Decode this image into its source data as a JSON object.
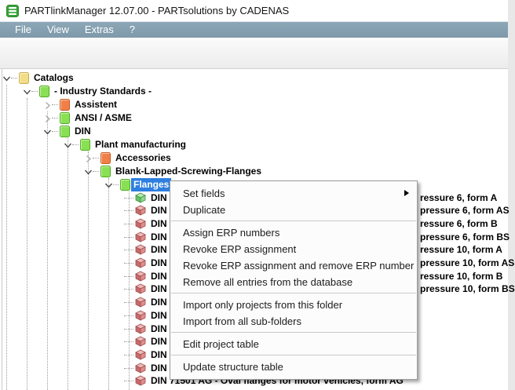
{
  "window": {
    "title": "PARTlinkManager 12.07.00 - PARTsolutions by CADENAS"
  },
  "menubar": {
    "items": [
      "File",
      "View",
      "Extras",
      "?"
    ]
  },
  "toolbar": {
    "buttons": [
      {
        "name": "structure-view",
        "icon": "tree-window-icon",
        "state": "active"
      },
      {
        "name": "structure-filter-view",
        "icon": "tree-filter-icon",
        "state": "normal"
      },
      {
        "name": "structure-list-view",
        "icon": "tree-list-icon",
        "state": "normal"
      },
      {
        "name": "part-filter",
        "icon": "screw-filter-icon",
        "state": "normal"
      },
      {
        "name": "settings",
        "icon": "gear-icon",
        "state": "disabled"
      }
    ]
  },
  "tree": {
    "rows": [
      {
        "level": 0,
        "label": "Catalogs",
        "icon": "folder-yellow",
        "chevron": "expanded"
      },
      {
        "level": 1,
        "label": "- Industry Standards -",
        "icon": "folder-green",
        "chevron": "expanded"
      },
      {
        "level": 2,
        "label": "Assistent",
        "icon": "folder-orange",
        "chevron": "collapsed"
      },
      {
        "level": 2,
        "label": "ANSI / ASME",
        "icon": "folder-green",
        "chevron": "collapsed"
      },
      {
        "level": 2,
        "label": "DIN",
        "icon": "folder-green",
        "chevron": "expanded"
      },
      {
        "level": 3,
        "label": "Plant manufacturing",
        "icon": "folder-green",
        "chevron": "expanded"
      },
      {
        "level": 4,
        "label": "Accessories",
        "icon": "folder-orange",
        "chevron": "collapsed"
      },
      {
        "level": 4,
        "label": "Blank-Lapped-Screwing-Flanges",
        "icon": "folder-green",
        "chevron": "expanded"
      },
      {
        "level": 5,
        "label": "Flanges",
        "icon": "folder-green",
        "chevron": "expanded",
        "selected": true
      },
      {
        "level": 6,
        "label": "DIN",
        "icon": "cube-green",
        "fragment": "ressure 6, form A"
      },
      {
        "level": 6,
        "label": "DIN",
        "icon": "cube-red",
        "fragment": "pressure 6, form AS"
      },
      {
        "level": 6,
        "label": "DIN",
        "icon": "cube-red",
        "fragment": "ressure 6, form B"
      },
      {
        "level": 6,
        "label": "DIN",
        "icon": "cube-red",
        "fragment": "pressure 6, form BS"
      },
      {
        "level": 6,
        "label": "DIN",
        "icon": "cube-red",
        "fragment": "ressure 10, form A"
      },
      {
        "level": 6,
        "label": "DIN",
        "icon": "cube-red",
        "fragment": "pressure 10, form AS"
      },
      {
        "level": 6,
        "label": "DIN",
        "icon": "cube-red",
        "fragment": "ressure 10, form B"
      },
      {
        "level": 6,
        "label": "DIN",
        "icon": "cube-red",
        "fragment": "pressure 10, form BS"
      },
      {
        "level": 6,
        "label": "DIN",
        "icon": "cube-red"
      },
      {
        "level": 6,
        "label": "DIN",
        "icon": "cube-red"
      },
      {
        "level": 6,
        "label": "DIN",
        "icon": "cube-red"
      },
      {
        "level": 6,
        "label": "DIN",
        "icon": "cube-red"
      },
      {
        "level": 6,
        "label": "DIN",
        "icon": "cube-red"
      },
      {
        "level": 6,
        "label": "DIN",
        "icon": "cube-red"
      },
      {
        "level": 6,
        "label": "DIN 71501 AG - Oval flanges for motor vehicles, form AG",
        "icon": "cube-red"
      }
    ]
  },
  "context_menu": {
    "items": [
      "Set fields",
      "Duplicate",
      "Assign ERP numbers",
      "Revoke ERP assignment",
      "Revoke ERP assignment and remove ERP number",
      "Remove all entries from the database",
      "Import only projects from this folder",
      "Import from all sub-folders",
      "Edit project table",
      "Update structure table"
    ]
  },
  "colors": {
    "selection": "#2e7fe0",
    "menubar_top": "#8ca7b6",
    "menubar_bottom": "#7e99aa",
    "folder_yellow": "#f2dd86",
    "folder_yellow_border": "#c9ad55",
    "folder_green": "#8ae055",
    "folder_green_border": "#52ab22",
    "folder_orange": "#f08048",
    "folder_orange_border": "#c85a22",
    "cube_green": "#8fd98f",
    "cube_red": "#e08d8d",
    "accent_orange": "#f5a925",
    "app_icon_green": "#37a237"
  }
}
